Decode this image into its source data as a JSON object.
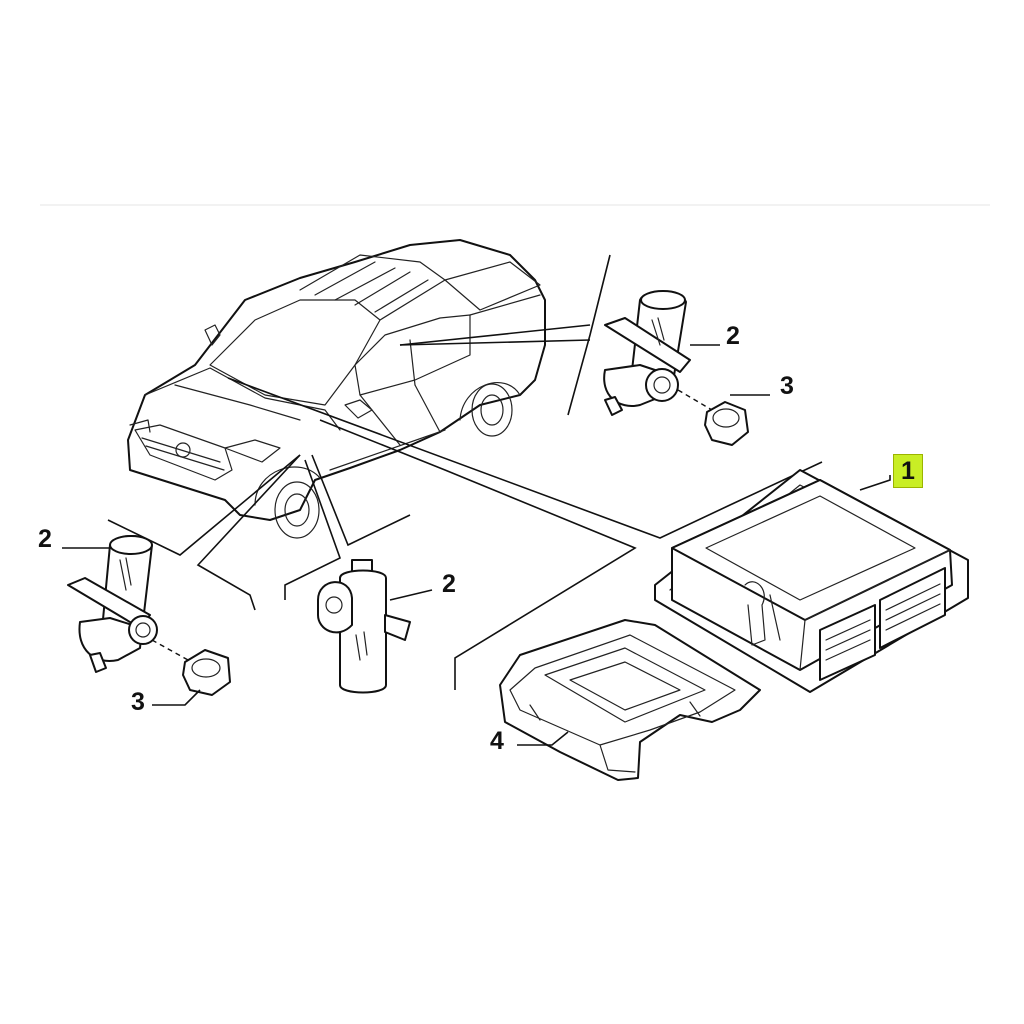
{
  "theme": {
    "highlight": "#c9ee25",
    "line": "#111111",
    "background": "#ffffff"
  },
  "callouts": [
    {
      "id": "c1",
      "label": "1",
      "highlighted": true
    },
    {
      "id": "c2a",
      "label": "2"
    },
    {
      "id": "c3a",
      "label": "3"
    },
    {
      "id": "c2b",
      "label": "2"
    },
    {
      "id": "c2c",
      "label": "2"
    },
    {
      "id": "c3b",
      "label": "3"
    },
    {
      "id": "c4",
      "label": "4"
    }
  ],
  "parts": [
    {
      "ref": "1",
      "icon": "airbag-control-unit-icon"
    },
    {
      "ref": "2",
      "icon": "impact-sensor-icon"
    },
    {
      "ref": "3",
      "icon": "hex-nut-icon"
    },
    {
      "ref": "4",
      "icon": "mounting-bracket-icon"
    }
  ]
}
